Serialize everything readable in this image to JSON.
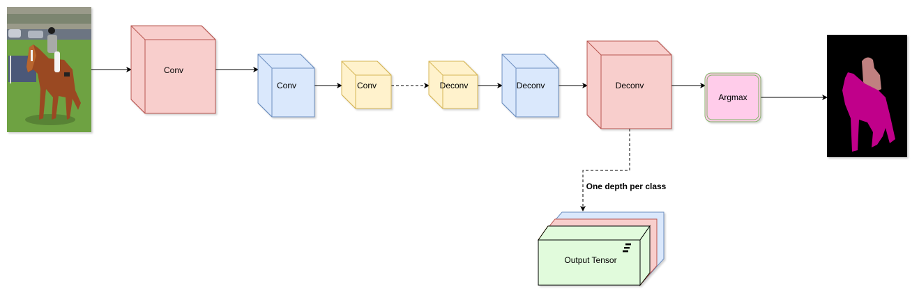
{
  "diagram": {
    "title": "Fully Convolutional Network for Semantic Segmentation",
    "input_image": {
      "label": "Input photo: rider on horse"
    },
    "output_image": {
      "label": "Segmentation mask: rider and horse"
    },
    "nodes": [
      {
        "id": "conv1",
        "label": "Conv",
        "fill": "#f8cecc",
        "stroke": "#b85450"
      },
      {
        "id": "conv2",
        "label": "Conv",
        "fill": "#dae8fc",
        "stroke": "#6c8ebf"
      },
      {
        "id": "conv3",
        "label": "Conv",
        "fill": "#fff2cc",
        "stroke": "#d6b656"
      },
      {
        "id": "deconv1",
        "label": "Deconv",
        "fill": "#fff2cc",
        "stroke": "#d6b656"
      },
      {
        "id": "deconv2",
        "label": "Deconv",
        "fill": "#dae8fc",
        "stroke": "#6c8ebf"
      },
      {
        "id": "deconv3",
        "label": "Deconv",
        "fill": "#f8cecc",
        "stroke": "#b85450"
      },
      {
        "id": "argmax",
        "label": "Argmax",
        "fill": "#ffccea",
        "stroke": "#82b366"
      }
    ],
    "output_tensor": {
      "label": "Output Tensor",
      "layers": [
        {
          "fill": "#dae8fc",
          "stroke": "#6c8ebf"
        },
        {
          "fill": "#f8cecc",
          "stroke": "#b85450"
        },
        {
          "fill": "#ffe6cc",
          "stroke": "#d79b00"
        },
        {
          "fill": "#e1fbdc",
          "stroke": "#000000"
        }
      ]
    },
    "edge_label": "One depth per class",
    "mask_colors": {
      "background": "#000000",
      "horse": "#c0008a",
      "person": "#c08080"
    }
  }
}
